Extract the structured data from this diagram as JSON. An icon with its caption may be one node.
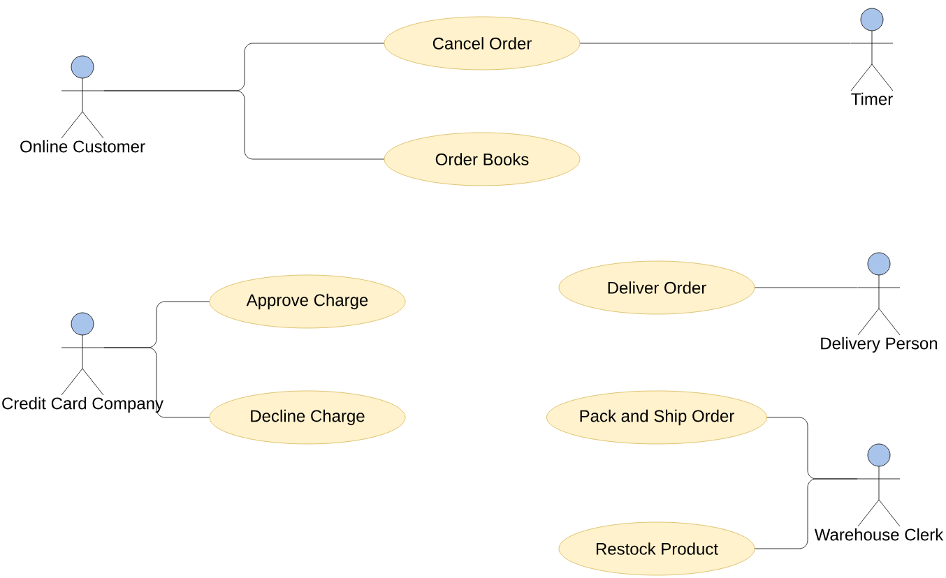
{
  "diagram": {
    "nodes": [
      {
        "text": [
          "Online Customer"
        ]
      },
      {
        "text": [
          "Cancel Order"
        ]
      },
      {
        "text": [
          "Order Books"
        ]
      },
      {
        "text": [
          "Timer"
        ]
      },
      {
        "text": [
          "Credit Card Company"
        ]
      },
      {
        "text": [
          "Approve Charge"
        ]
      },
      {
        "text": [
          "Decline Charge"
        ]
      },
      {
        "text": [
          "Deliver Order"
        ]
      },
      {
        "text": [
          "Delivery Person"
        ]
      },
      {
        "text": [
          "Pack and Ship Order"
        ]
      },
      {
        "text": [
          "Restock Product"
        ]
      },
      {
        "text": [
          "Warehouse Clerk"
        ]
      }
    ],
    "edges": [
      {
        "from": 0,
        "to": 1,
        "arrow": "none"
      },
      {
        "from": 0,
        "to": 2,
        "arrow": "none"
      },
      {
        "from": 1,
        "to": 3,
        "arrow": "none"
      },
      {
        "from": 4,
        "to": 5,
        "arrow": "none"
      },
      {
        "from": 4,
        "to": 6,
        "arrow": "none"
      },
      {
        "from": 7,
        "to": 8,
        "arrow": "none"
      },
      {
        "from": 9,
        "to": 11,
        "arrow": "none"
      },
      {
        "from": 10,
        "to": 11,
        "arrow": "none"
      }
    ]
  }
}
